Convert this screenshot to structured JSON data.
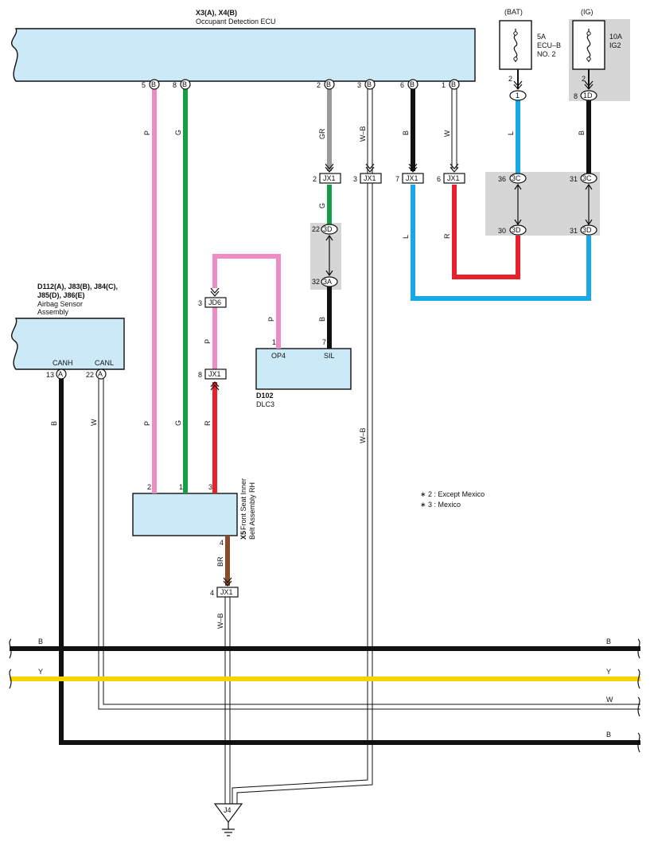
{
  "ecu": {
    "code": "X3(A), X4(B)",
    "name": "Occupant Detection ECU"
  },
  "airbag": {
    "code1": "D112(A), J83(B), J84(C),",
    "code2": "J85(D), J86(E)",
    "name1": "Airbag Sensor",
    "name2": "Assembly",
    "canh": "CANH",
    "canl": "CANL",
    "p13": "13",
    "p22": "22",
    "connA": "A"
  },
  "dlc": {
    "code": "D102",
    "name": "DLC3",
    "op4": "OP4",
    "sil": "SIL",
    "p1": "1",
    "p7": "7"
  },
  "belt": {
    "code": "X5",
    "name1": "Front Seat Inner",
    "name2": "Belt Assembly RH",
    "p1": "1",
    "p2": "2",
    "p3": "3",
    "p4": "4"
  },
  "fuse_bat": {
    "label": "(BAT)",
    "rating": "5A",
    "name1": "ECU–B",
    "name2": "NO. 2",
    "pin": "2",
    "conn": "1"
  },
  "fuse_ig": {
    "label": "(IG)",
    "rating": "10A",
    "name": "IG2",
    "pin": "2",
    "pin8": "8",
    "conn": "1D"
  },
  "ecu_pins": {
    "p5": "5",
    "p8": "8",
    "p2": "2",
    "p3": "3",
    "p6": "6",
    "p1": "1",
    "b": "B"
  },
  "wire_colors": {
    "P": "P",
    "G": "G",
    "GR": "GR",
    "WB": "W–B",
    "B": "B",
    "W": "W",
    "L": "L",
    "R": "R",
    "BR": "BR",
    "Y": "Y"
  },
  "connectors": {
    "jx1": "JX1",
    "jd6": "JD6",
    "c3d": "3D",
    "c3a": "3A",
    "c3c": "3C",
    "c1d": "1D"
  },
  "pins": {
    "p2": "2",
    "p3": "3",
    "p4": "4",
    "p6": "6",
    "p7": "7",
    "p8": "8",
    "p22": "22",
    "p30": "30",
    "p31": "31",
    "p32": "32",
    "p36": "36"
  },
  "ground": {
    "label": "J4"
  },
  "notes": [
    "∗ 2 : Except Mexico",
    "∗ 3 : Mexico"
  ],
  "colors": {
    "pink": "#f08cc4",
    "green": "#169e46",
    "gray": "#9a9a9a",
    "black": "#111111",
    "blue": "#17a8e6",
    "red": "#e8202a",
    "brown": "#8a4a2a",
    "yellow": "#f5d400",
    "component": "#cce9f7",
    "shade": "#d6d6d6"
  }
}
